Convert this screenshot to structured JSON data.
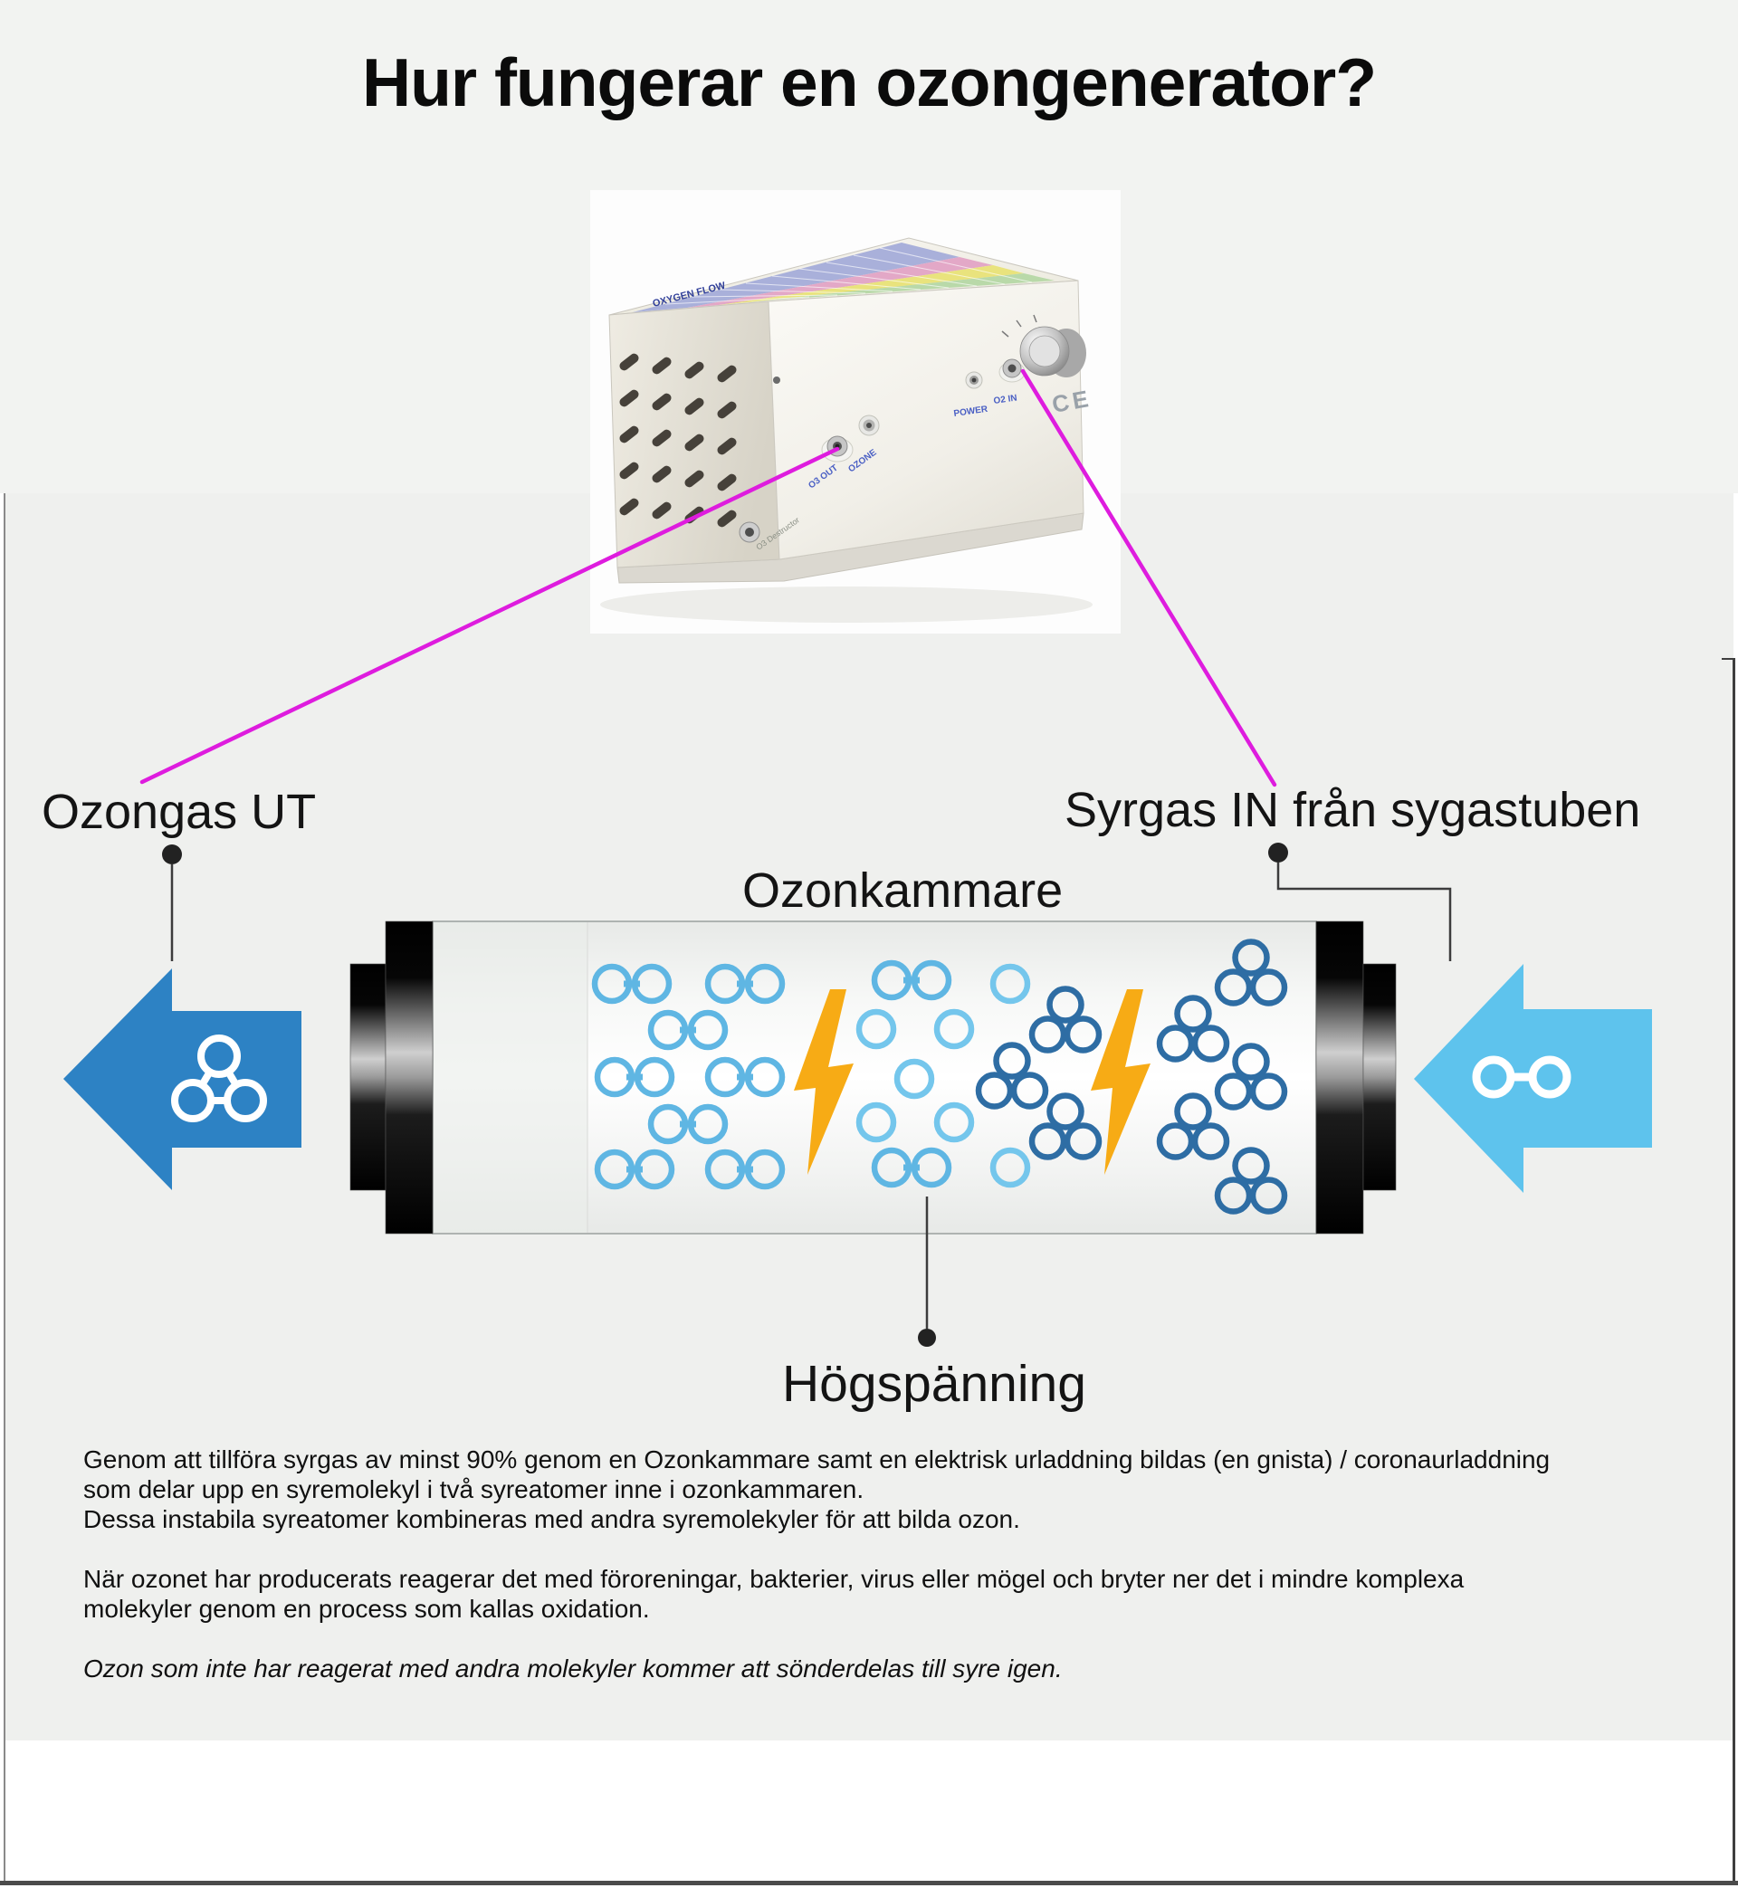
{
  "title": "Hur fungerar en ozongenerator?",
  "callouts": {
    "ozongas": "Ozongas UT",
    "syrgas": "Syrgas IN från sygastuben",
    "ozonkammare": "Ozonkammare",
    "hogspanning": "Högspänning"
  },
  "device": {
    "panel_header": "OXYGEN FLOW",
    "port_o3_out": "O3  OUT",
    "port_ozone": "OZONE",
    "port_power": "POWER",
    "port_o2_in": "O2 IN",
    "ce_mark": "CE",
    "destructor": "O3 Destructor"
  },
  "body_text": {
    "p1_l1": "Genom att tillföra syrgas av minst 90% genom en Ozonkammare samt en elektrisk urladdning bildas (en gnista) / coronaurladdning",
    "p1_l2": "som delar upp en syremolekyl i två syreatomer inne i ozonkammaren.",
    "p1_l3": "Dessa instabila syreatomer kombineras med andra syremolekyler för att bilda ozon.",
    "p2_l1": "När ozonet har producerats reagerar det med föroreningar, bakterier, virus eller mögel och bryter ner det i mindre komplexa",
    "p2_l2": "molekyler genom en process som kallas oxidation.",
    "note": "Ozon som inte har reagerat med andra molekyler kommer att sönderdelas till syre igen."
  },
  "colors": {
    "arrow_ozone_out": "#2d82c4",
    "arrow_oxygen_in": "#5ec3ed",
    "o2_molecule": "#5fb6e3",
    "oxygen_atom": "#74c6ec",
    "o3_molecule": "#2e6da4",
    "lightning": "#f7ab15",
    "pointer_magenta": "#de1cde",
    "panel_gray": "#eff0ee",
    "cap_black": "#000000"
  }
}
